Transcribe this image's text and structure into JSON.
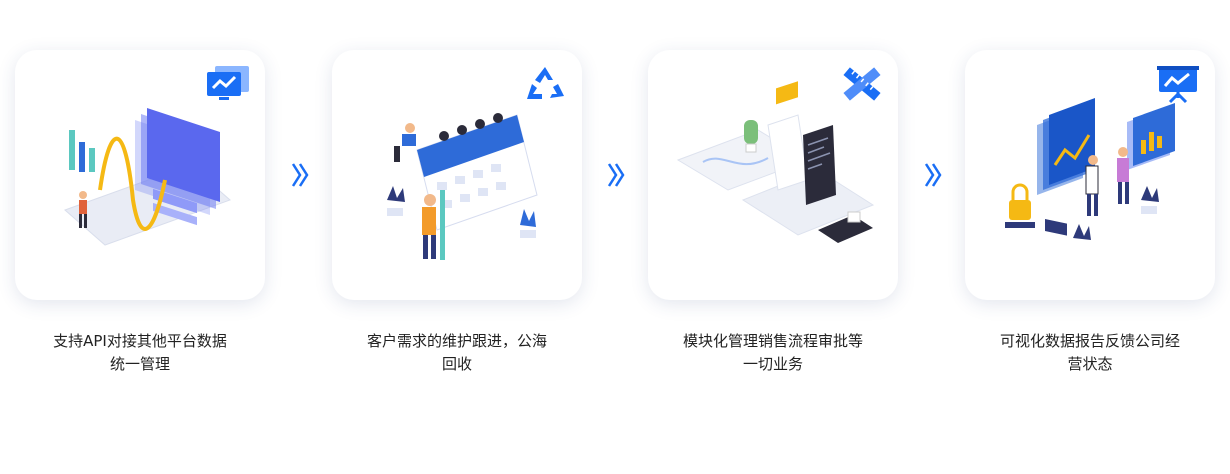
{
  "steps": [
    {
      "line1": "支持API对接其他平台数据",
      "line2": "统一管理",
      "icon": "monitor-chart-icon"
    },
    {
      "line1": "客户需求的维护跟进，公海",
      "line2": "回收",
      "icon": "recycle-icon"
    },
    {
      "line1": "模块化管理销售流程审批等",
      "line2": "一切业务",
      "icon": "pencil-ruler-icon"
    },
    {
      "line1": "可视化数据报告反馈公司经",
      "line2": "营状态",
      "icon": "presentation-chart-icon"
    }
  ],
  "colors": {
    "accent": "#1a6ef5",
    "text": "#222222"
  }
}
